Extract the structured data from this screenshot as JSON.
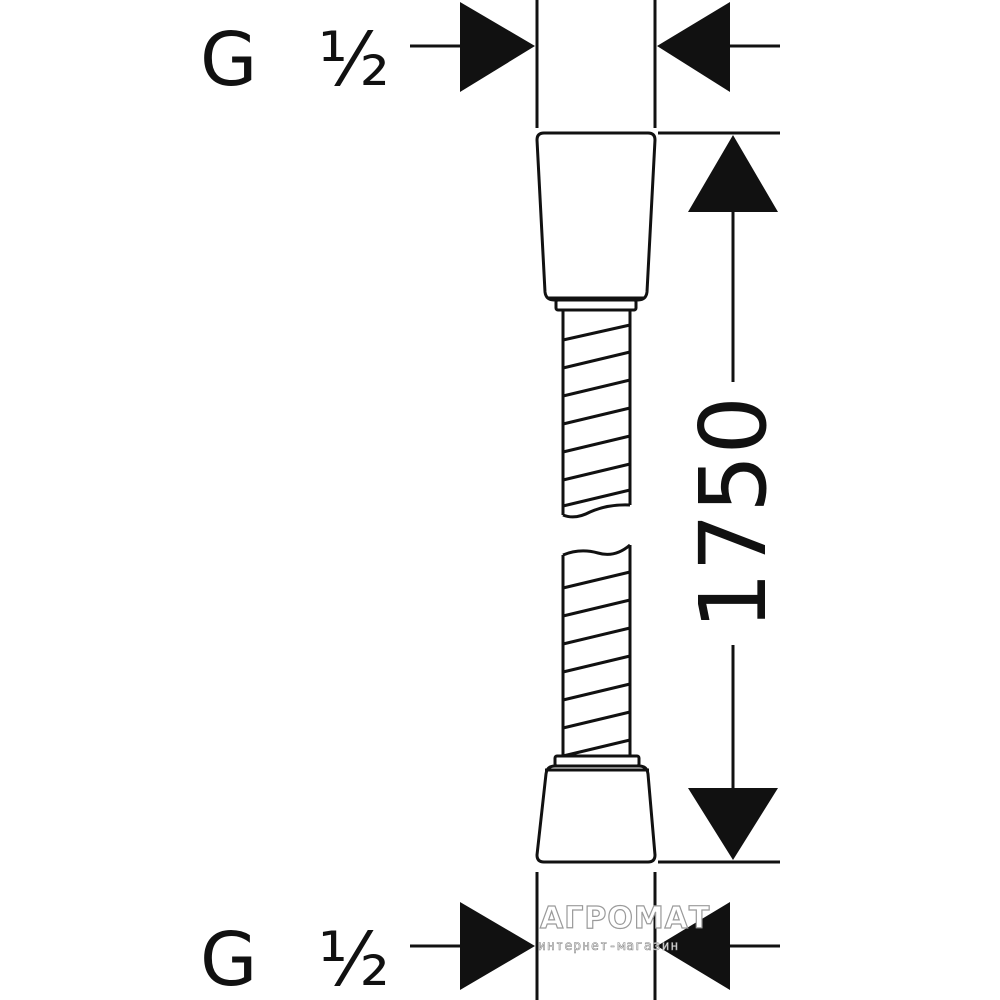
{
  "thread_top": {
    "prefix": "G",
    "fraction": "½"
  },
  "thread_bottom": {
    "prefix": "G",
    "fraction": "½"
  },
  "length_dimension": "1750",
  "watermark": {
    "title": "АГРОМАТ",
    "subtitle": "интернет-магазин"
  },
  "colors": {
    "line": "#111111",
    "background": "#ffffff"
  }
}
